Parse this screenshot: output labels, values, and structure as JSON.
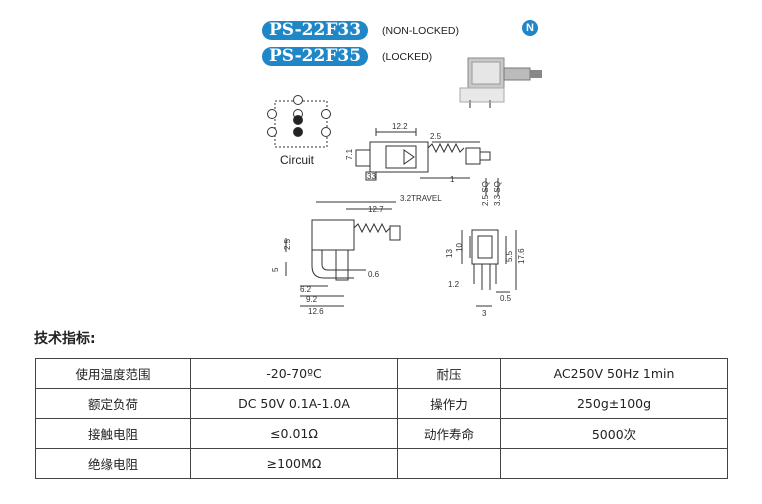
{
  "models": [
    {
      "code": "PS-22F33",
      "note": "(NON-LOCKED)"
    },
    {
      "code": "PS-22F35",
      "note": "(LOCKED)"
    }
  ],
  "logo": "N",
  "circuit_label": "Circuit",
  "dimensions": {
    "top_width": "12.2",
    "top_pitch": "2.5",
    "top_side": "7.1",
    "top_pin": "1",
    "top_small": "33",
    "sq1": "2.5 SQ",
    "sq2": "3.3 SQ",
    "travel": "3.2TRAVEL",
    "side_len": "12.7",
    "side_h1": "2.5",
    "side_h2": "5",
    "side_pin": "0.6",
    "side_b1": "6.2",
    "side_b2": "9.2",
    "side_b3": "12.6",
    "front_13": "13",
    "front_10": "10",
    "front_55": "5.5",
    "front_176": "17.6",
    "front_12": "1.2",
    "front_05": "0.5",
    "front_3": "3"
  },
  "section_title": "技术指标:",
  "spec_table": [
    [
      "使用温度范围",
      "-20-70ºC",
      "耐压",
      "AC250V 50Hz 1min"
    ],
    [
      "额定负荷",
      "DC 50V 0.1A-1.0A",
      "操作力",
      "250g±100g"
    ],
    [
      "接触电阻",
      "≤0.01Ω",
      "动作寿命",
      "5000次"
    ],
    [
      "绝缘电阻",
      "≥100MΩ",
      "",
      ""
    ]
  ]
}
